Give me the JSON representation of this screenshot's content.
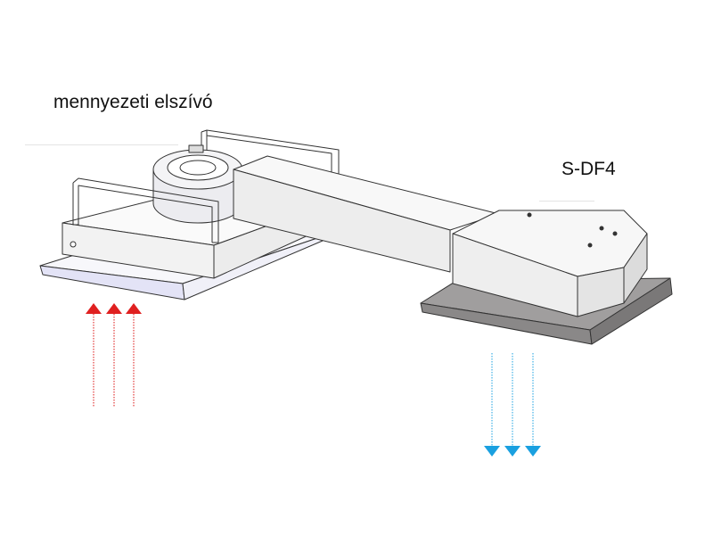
{
  "labels": {
    "ceiling_extractor": "mennyezeti elszívó",
    "unit_model": "S-DF4"
  },
  "airflow": {
    "intake": {
      "direction": "up",
      "color": "#e02020",
      "count": 3
    },
    "outlet": {
      "direction": "down",
      "color": "#1aa0e0",
      "count": 3
    }
  }
}
